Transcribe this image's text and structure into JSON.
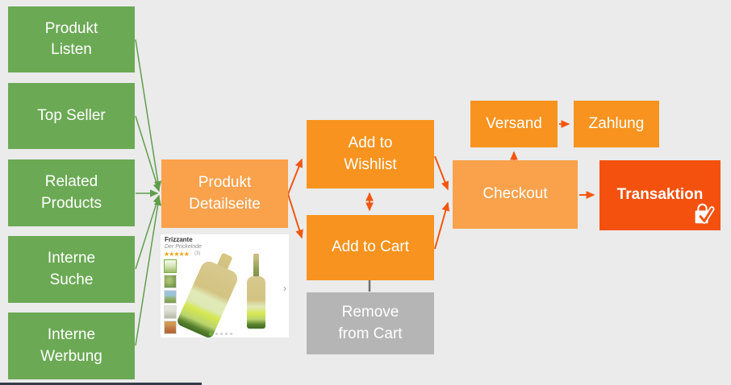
{
  "colors": {
    "bg": "#EBEBEB",
    "green": "#6BA954",
    "arrow-green": "#5F9E4C",
    "orange-light": "#F9A14B",
    "orange": "#F7931E",
    "orange-deep": "#F4510E",
    "arrow-orange": "#F2570E",
    "gray-box": "#B5B5B5",
    "gray-line": "#6F6F6F",
    "star": "#F0A30A",
    "dark-strip": "#353B46"
  },
  "nodes": {
    "produkt_listen": "Produkt\nListen",
    "top_seller": "Top Seller",
    "related_products": "Related\nProducts",
    "interne_suche": "Interne\nSuche",
    "interne_werbung": "Interne\nWerbung",
    "produkt_detailseite": "Produkt\nDetailseite",
    "add_to_wishlist": "Add to\nWishlist",
    "add_to_cart": "Add to Cart",
    "remove_from_cart": "Remove\nfrom Cart",
    "versand": "Versand",
    "zahlung": "Zahlung",
    "checkout": "Checkout",
    "transaktion": "Transaktion"
  },
  "product_card": {
    "title": "Frizzante",
    "subtitle": "Der Prickelnde",
    "stars": "★★★★★",
    "review_count": "(3)",
    "chevron": "›"
  }
}
